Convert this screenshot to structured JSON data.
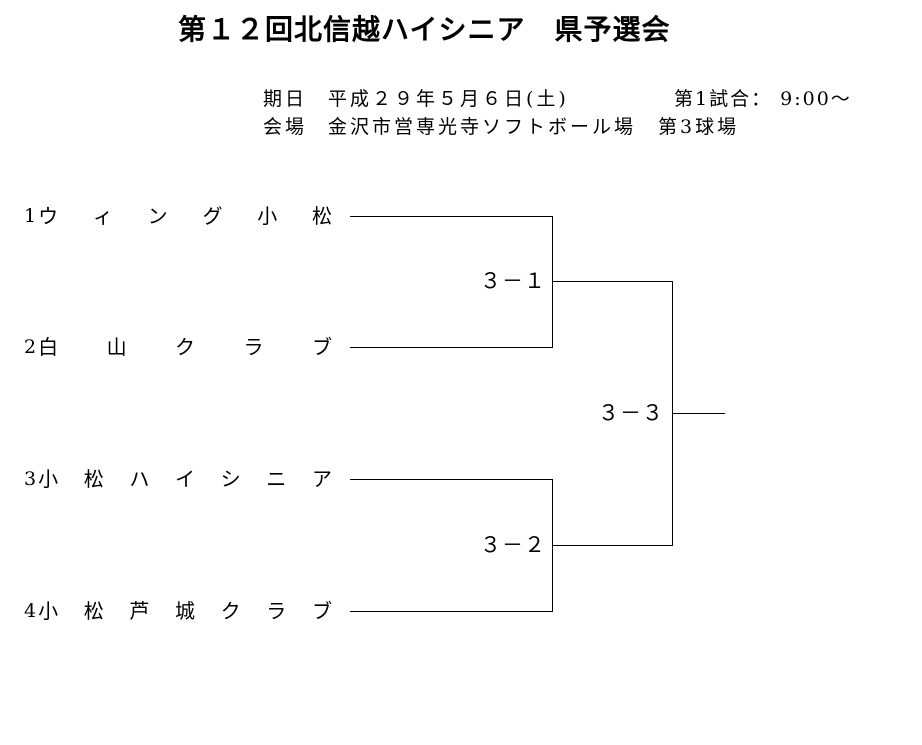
{
  "title": "第１２回北信越ハイシニア　県予選会",
  "info": {
    "date_label": "期日",
    "date_value": "平成２９年５月６日(土)",
    "first_match": "第1試合： 9:00〜",
    "venue_label": "会場",
    "venue_value": "金沢市営専光寺ソフトボール場　第3球場"
  },
  "bracket": {
    "teams": [
      {
        "seed": "1",
        "name": "ウィング小松"
      },
      {
        "seed": "2",
        "name": "白山クラブ"
      },
      {
        "seed": "3",
        "name": "小松ハイシニア"
      },
      {
        "seed": "4",
        "name": "小松芦城クラブ"
      }
    ],
    "matches": [
      {
        "round": "semifinal-1",
        "score": "３－１"
      },
      {
        "round": "semifinal-2",
        "score": "３－２"
      },
      {
        "round": "final",
        "score": "３－３"
      }
    ]
  }
}
